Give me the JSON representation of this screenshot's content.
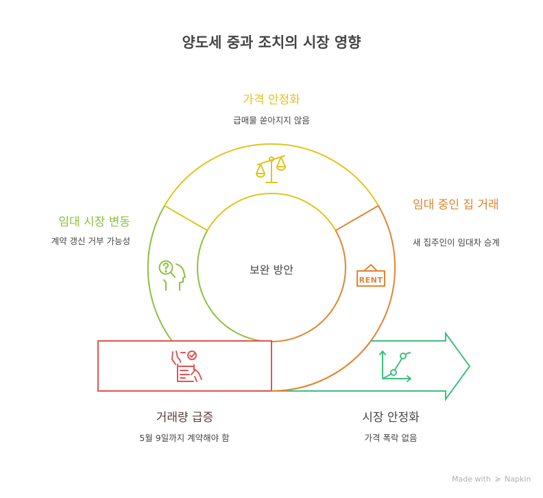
{
  "title": "양도세 중과 조치의 시장 영향",
  "center": {
    "label": "보완 방안"
  },
  "colors": {
    "yellow": "#E1C419",
    "green": "#8DBF3E",
    "orange": "#E0832F",
    "red": "#E05252",
    "teal": "#3DBE7E",
    "text": "#444444",
    "heading_dark": "#5B3B3B"
  },
  "segments": [
    {
      "id": "price-stability",
      "heading": "가격 안정화",
      "description": "급매물 쏟아지지 않음",
      "icon": "balance-scale-icon",
      "color": "#E1C419"
    },
    {
      "id": "rental-market-change",
      "heading": "임대 시장 변동",
      "description": "계약 갱신 거부 가능성",
      "icon": "head-question-icon",
      "color": "#8DBF3E"
    },
    {
      "id": "rented-house-trade",
      "heading": "임대 중인 집 거래",
      "description": "새 집주인이 임대차 승계",
      "icon": "rent-sign-icon",
      "color": "#E0832F"
    },
    {
      "id": "volume-surge",
      "heading": "거래량 급증",
      "description": "5월 9일까지 계약해야 함",
      "icon": "contract-sign-icon",
      "color": "#E05252"
    },
    {
      "id": "market-stability",
      "heading": "시장 안정화",
      "description": "가격 폭락 없음",
      "icon": "growth-chart-icon",
      "color": "#3DBE7E"
    }
  ],
  "footer": {
    "made_with": "Made with",
    "brand": "Napkin"
  }
}
